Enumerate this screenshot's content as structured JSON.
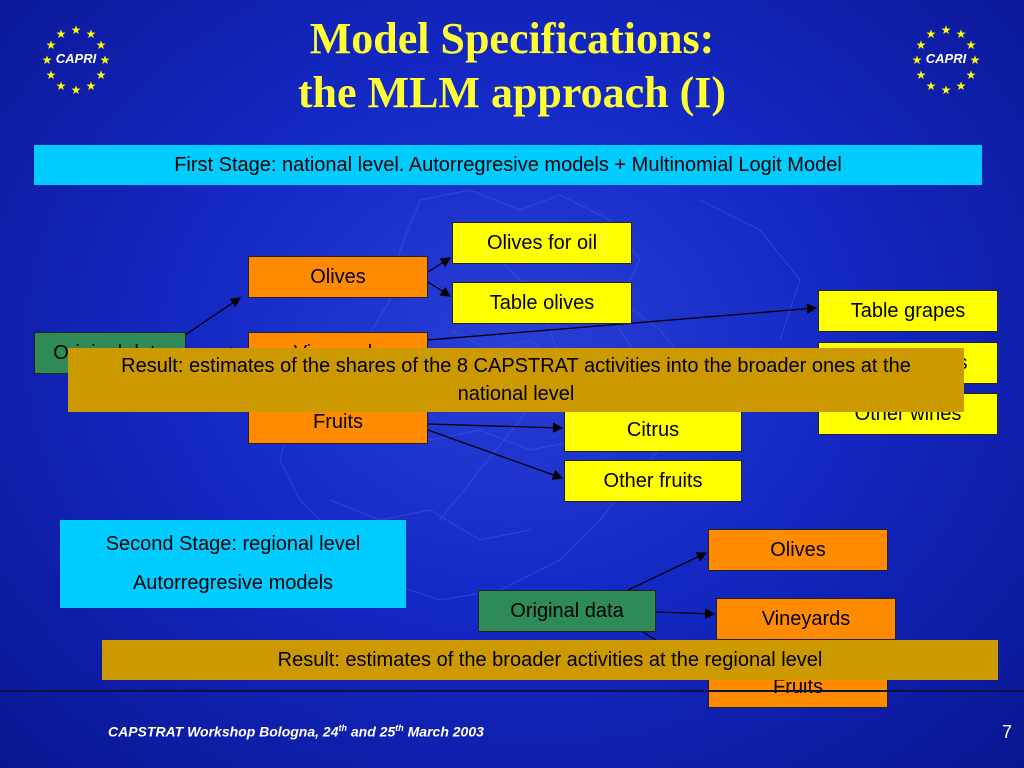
{
  "title": {
    "line1": "Model Specifications:",
    "line2": "the MLM approach (I)"
  },
  "logo": {
    "text": "CAPRI"
  },
  "banner_first_stage": "First Stage: national level. Autorregresive models + Multinomial Logit Model",
  "stage1": {
    "original_data": "Original data",
    "olives": "Olives",
    "vineyards": "Vineyards",
    "fruits": "Fruits",
    "olives_for_oil": "Olives for oil",
    "table_olives": "Table olives",
    "table_grapes": "Table grapes",
    "quality_wines": "Quality wines",
    "other_wines": "Other wines",
    "citrus": "Citrus",
    "other_fruits": "Other fruits"
  },
  "result1": "Result: estimates of the shares of the 8 CAPSTRAT activities into the broader ones at the national level",
  "stage2": {
    "label_line1": "Second Stage: regional level",
    "label_line2": "Autorregresive models",
    "original_data": "Original data",
    "olives": "Olives",
    "vineyards": "Vineyards",
    "fruits": "Fruits"
  },
  "result2": "Result: estimates of the broader activities at the regional level",
  "footer": {
    "prefix": "CAPSTRAT Workshop Bologna, 24",
    "sup1": "th",
    "mid": " and 25",
    "sup2": "th",
    "suffix": " March 2003"
  },
  "page_number": "7",
  "colors": {
    "background": "#1428c4",
    "title": "#ffff33",
    "orange_box": "#ff8c00",
    "yellow_box": "#ffff00",
    "green_box": "#2e8b57",
    "cyan_banner": "#00ccff",
    "gold_banner": "#cc9900"
  }
}
